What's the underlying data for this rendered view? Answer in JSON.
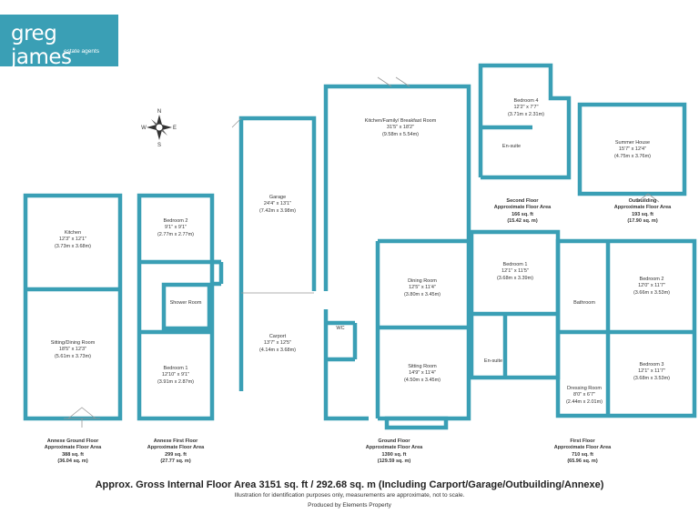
{
  "brand": {
    "name": "greg james",
    "tagline": "estate agents",
    "color": "#3a9fb5"
  },
  "compass": {
    "letters": [
      "N",
      "E",
      "S",
      "W"
    ]
  },
  "rooms": [
    {
      "key": "kitchen_annexe",
      "name": "Kitchen",
      "dims": "12'3\" x 12'1\"",
      "metric": "(3.73m x 3.68m)"
    },
    {
      "key": "sitting_dining",
      "name": "Sitting/Dining Room",
      "dims": "18'5\" x 12'3\"",
      "metric": "(5.61m x 3.73m)"
    },
    {
      "key": "bedroom2_annexe",
      "name": "Bedroom 2",
      "dims": "9'1\" x 9'1\"",
      "metric": "(2.77m x 2.77m)"
    },
    {
      "key": "shower",
      "name": "Shower Room",
      "dims": "",
      "metric": ""
    },
    {
      "key": "bedroom1_annexe",
      "name": "Bedroom 1",
      "dims": "12'10\" x 9'1\"",
      "metric": "(3.91m x 2.87m)"
    },
    {
      "key": "garage",
      "name": "Garage",
      "dims": "24'4\" x 13'1\"",
      "metric": "(7.42m x 3.98m)"
    },
    {
      "key": "carport",
      "name": "Carport",
      "dims": "13'7\" x 12'5\"",
      "metric": "(4.14m x 3.68m)"
    },
    {
      "key": "kitchen_family",
      "name": "Kitchen/Family/ Breakfast Room",
      "dims": "31'5\" x 18'2\"",
      "metric": "(9.58m x 5.54m)"
    },
    {
      "key": "dining",
      "name": "Dining Room",
      "dims": "12'5\" x 11'4\"",
      "metric": "(3.80m x 3.45m)"
    },
    {
      "key": "wc",
      "name": "WC",
      "dims": "",
      "metric": ""
    },
    {
      "key": "sitting",
      "name": "Sitting Room",
      "dims": "14'9\" x 11'4\"",
      "metric": "(4.50m x 3.45m)"
    },
    {
      "key": "bedroom4",
      "name": "Bedroom 4",
      "dims": "12'2\" x 7'7\"",
      "metric": "(3.71m x 2.31m)"
    },
    {
      "key": "ensuite2",
      "name": "En-suite",
      "dims": "",
      "metric": ""
    },
    {
      "key": "summer",
      "name": "Summer House",
      "dims": "15'7\" x 12'4\"",
      "metric": "(4.75m x 3.76m)"
    },
    {
      "key": "bedroom1",
      "name": "Bedroom 1",
      "dims": "12'1\" x 11'5\"",
      "metric": "(3.68m x 3.39m)"
    },
    {
      "key": "ensuite1",
      "name": "En-suite",
      "dims": "",
      "metric": ""
    },
    {
      "key": "bathroom",
      "name": "Bathroom",
      "dims": "",
      "metric": ""
    },
    {
      "key": "bedroom2",
      "name": "Bedroom 2",
      "dims": "12'0\" x 11'7\"",
      "metric": "(3.66m x 3.53m)"
    },
    {
      "key": "dressing",
      "name": "Dressing Room",
      "dims": "8'0\" x 6'7\"",
      "metric": "(2.44m x 2.01m)"
    },
    {
      "key": "bedroom3",
      "name": "Bedroom 3",
      "dims": "12'1\" x 11'7\"",
      "metric": "(3.68m x 3.53m)"
    }
  ],
  "floors": [
    {
      "key": "annexe_ground",
      "lines": [
        "Annexe Ground Floor",
        "Approximate Floor Area",
        "388 sq. ft",
        "(36.04 sq. m)"
      ]
    },
    {
      "key": "annexe_first",
      "lines": [
        "Annexe First Floor",
        "Approximate Floor Area",
        "299 sq. ft",
        "(27.77 sq. m)"
      ]
    },
    {
      "key": "ground",
      "lines": [
        "Ground Floor",
        "Approximate Floor Area",
        "1390 sq. ft",
        "(129.59 sq. m)"
      ]
    },
    {
      "key": "second",
      "lines": [
        "Second Floor",
        "Approximate Floor Area",
        "166 sq. ft",
        "(15.42 sq. m)"
      ]
    },
    {
      "key": "outbuilding",
      "lines": [
        "Outbuilding",
        "Approximate Floor Area",
        "193 sq. ft",
        "(17.90 sq. m)"
      ]
    },
    {
      "key": "first",
      "lines": [
        "First Floor",
        "Approximate Floor Area",
        "710 sq. ft",
        "(65.96 sq. m)"
      ]
    }
  ],
  "footer": {
    "gross": "Approx. Gross Internal Floor Area 3151 sq. ft / 292.68 sq. m (Including Carport/Garage/Outbuilding/Annexe)",
    "disclaimer": "Illustration for identification purposes only, measurements are approximate, not to scale.",
    "produced": "Produced by Elements Property"
  }
}
